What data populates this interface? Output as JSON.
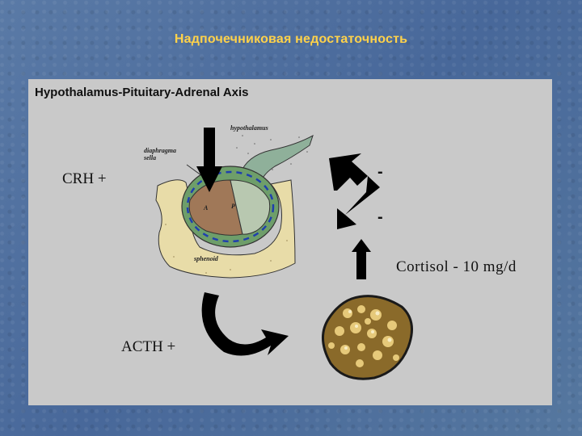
{
  "slide": {
    "title": "Надпочечниковая недостаточность"
  },
  "diagram": {
    "heading": "Hypothalamus-Pituitary-Adrenal Axis",
    "crh_label": "CRH +",
    "acth_label": "ACTH +",
    "cortisol_label": "Cortisol - 10 mg/d",
    "feedback_minus_top": "-",
    "feedback_minus_bottom": "-",
    "anatomy": {
      "hypothalamus": "hypothalamus",
      "diaphragma_line1": "diaphragma",
      "diaphragma_line2": "sella",
      "sphenoid": "sphenoid",
      "anterior": "A",
      "posterior": "P"
    }
  },
  "colors": {
    "title": "#ffd24a",
    "panel": "#c9c9c9",
    "background": "#4f6f99",
    "arrows": "#000000"
  }
}
